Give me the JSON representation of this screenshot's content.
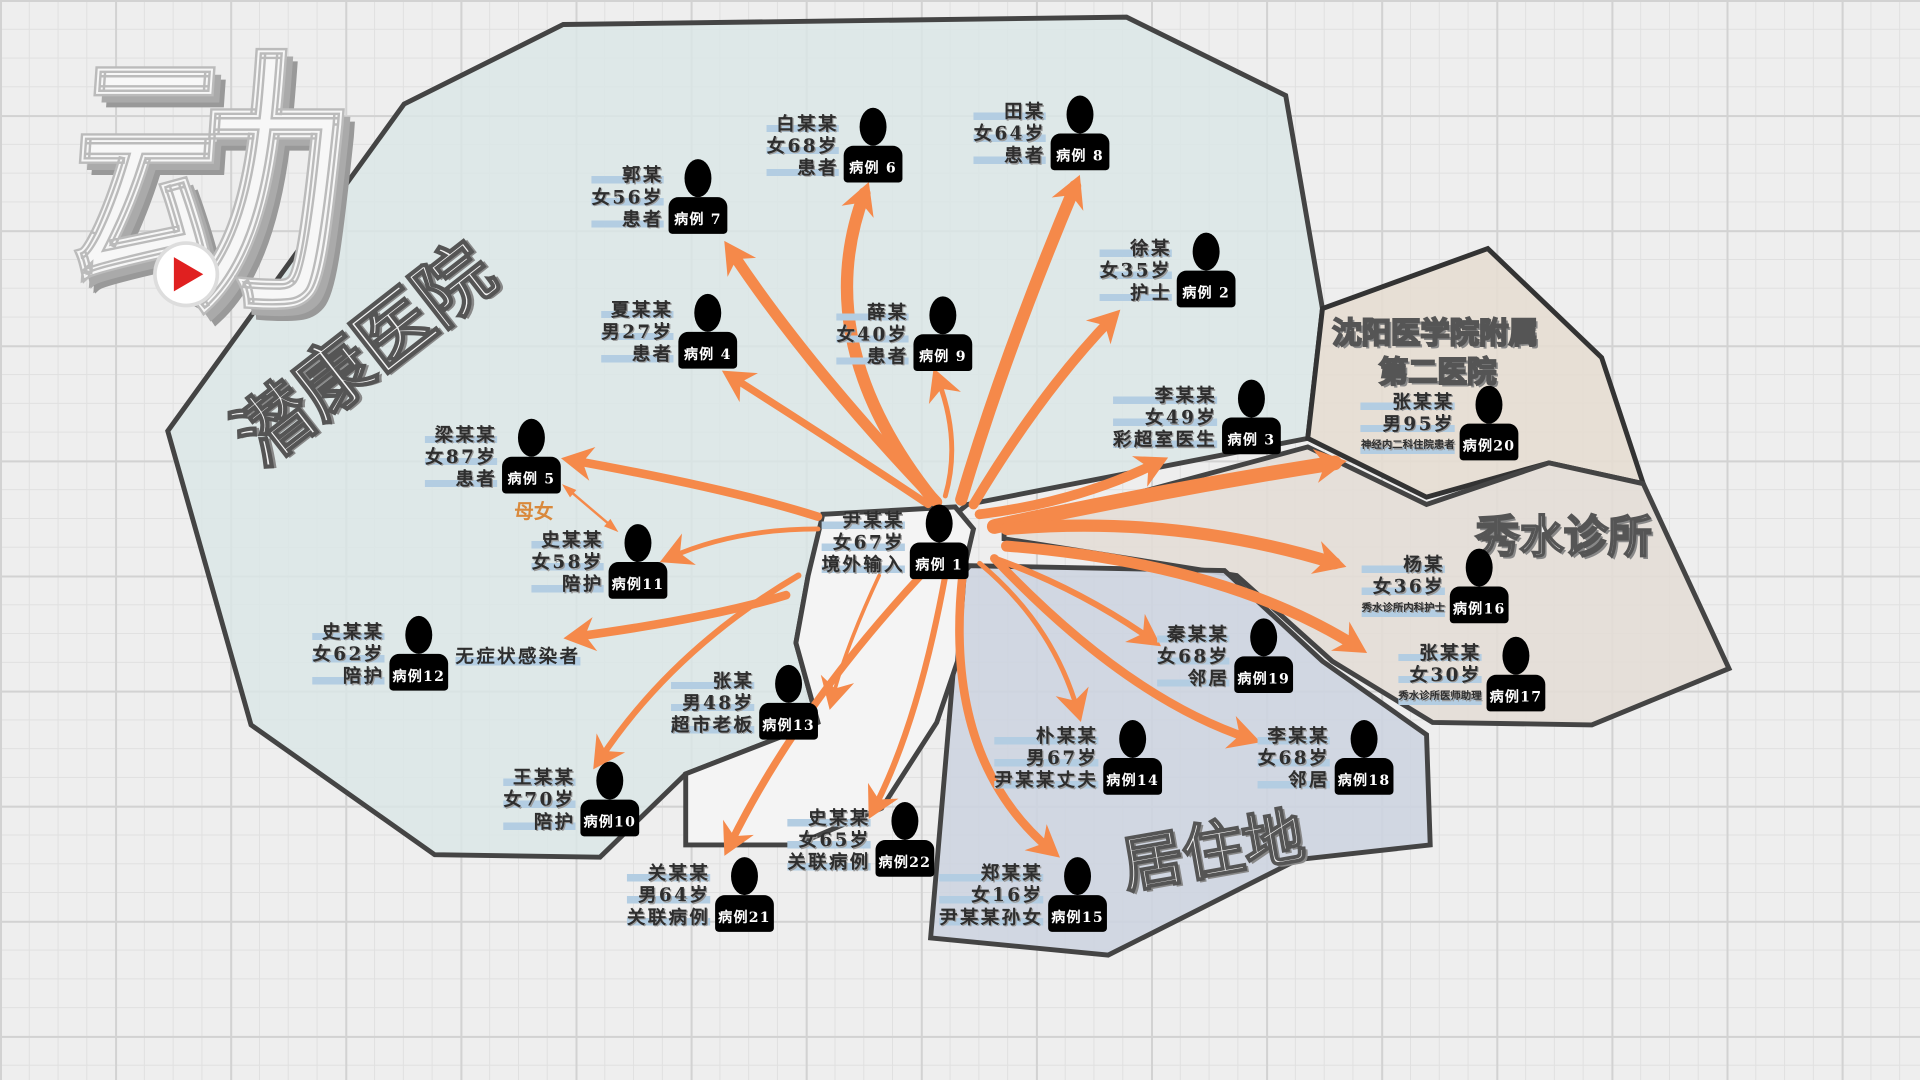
{
  "logo": {
    "char": "动",
    "icon": "play-icon",
    "accent": "#e02020"
  },
  "regions": {
    "hospital": "潜康医院",
    "second_hospital_line1": "沈阳医学院附属",
    "second_hospital_line2": "第二医院",
    "clinic": "秀水诊所",
    "residence": "居住地"
  },
  "relation_label": "母女",
  "extra_label": "无症状感染者",
  "colors": {
    "arrow": "#f5894a",
    "hospital": "#dbe6e6",
    "second_hospital": "#e6ddd2",
    "clinic": "#e3ddd6",
    "residence": "#cdd4e0",
    "highlight": "#b3cde2"
  },
  "nodes": [
    {
      "name": "尹某某",
      "info": "女67岁",
      "role": "境外输入",
      "case": "病例 1"
    },
    {
      "name": "徐某",
      "info": "女35岁",
      "role": "护士",
      "case": "病例 2"
    },
    {
      "name": "李某某",
      "info": "女49岁",
      "role": "彩超室医生",
      "case": "病例 3"
    },
    {
      "name": "夏某某",
      "info": "男27岁",
      "role": "患者",
      "case": "病例 4"
    },
    {
      "name": "梁某某",
      "info": "女87岁",
      "role": "患者",
      "case": "病例 5"
    },
    {
      "name": "白某某",
      "info": "女68岁",
      "role": "患者",
      "case": "病例 6"
    },
    {
      "name": "郭某",
      "info": "女56岁",
      "role": "患者",
      "case": "病例 7"
    },
    {
      "name": "田某",
      "info": "女64岁",
      "role": "患者",
      "case": "病例 8"
    },
    {
      "name": "薛某",
      "info": "女40岁",
      "role": "患者",
      "case": "病例 9"
    },
    {
      "name": "王某某",
      "info": "女70岁",
      "role": "陪护",
      "case": "病例10"
    },
    {
      "name": "史某某",
      "info": "女58岁",
      "role": "陪护",
      "case": "病例11"
    },
    {
      "name": "史某某",
      "info": "女62岁",
      "role": "陪护",
      "case": "病例12"
    },
    {
      "name": "张某",
      "info": "男48岁",
      "role": "超市老板",
      "case": "病例13"
    },
    {
      "name": "朴某某",
      "info": "男67岁",
      "role": "尹某某丈夫",
      "case": "病例14"
    },
    {
      "name": "郑某某",
      "info": "女16岁",
      "role": "尹某某孙女",
      "case": "病例15"
    },
    {
      "name": "杨某",
      "info": "女36岁",
      "role": "秀水诊所内科护士",
      "case": "病例16"
    },
    {
      "name": "张某某",
      "info": "女30岁",
      "role": "秀水诊所医师助理",
      "case": "病例17"
    },
    {
      "name": "李某某",
      "info": "女68岁",
      "role": "邻居",
      "case": "病例18"
    },
    {
      "name": "秦某某",
      "info": "女68岁",
      "role": "邻居",
      "case": "病例19"
    },
    {
      "name": "张某某",
      "info": "男95岁",
      "role": "神经内二科住院患者",
      "case": "病例20"
    },
    {
      "name": "关某某",
      "info": "男64岁",
      "role": "关联病例",
      "case": "病例21"
    },
    {
      "name": "史某某",
      "info": "女65岁",
      "role": "关联病例",
      "case": "病例22"
    }
  ]
}
